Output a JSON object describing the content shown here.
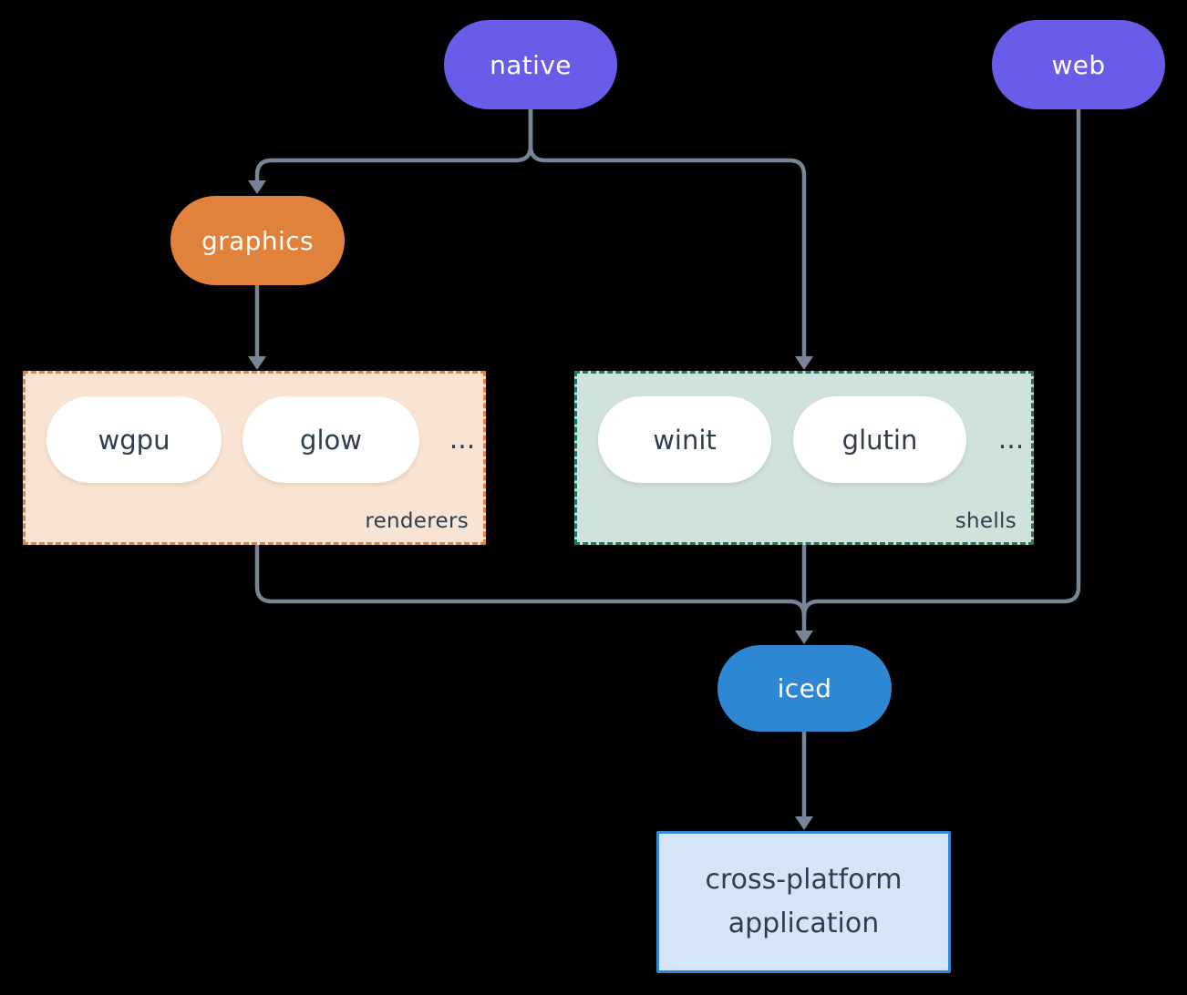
{
  "nodes": {
    "native": "native",
    "web": "web",
    "graphics": "graphics",
    "iced": "iced",
    "app": "cross-platform application"
  },
  "renderers": {
    "label": "renderers",
    "items": [
      "wgpu",
      "glow"
    ],
    "more": "..."
  },
  "shells": {
    "label": "shells",
    "items": [
      "winit",
      "glutin"
    ],
    "more": "..."
  },
  "colors": {
    "background": "#000000",
    "purple": "#695ce9",
    "orange": "#e0823c",
    "blue": "#2d87d3",
    "renderers_fill": "#f9e3d2",
    "renderers_border": "#e0823c",
    "shells_fill": "#d0e2dc",
    "shells_border": "#1e7869",
    "app_fill": "#d5e5f7",
    "app_border": "#3187d6",
    "dark_text": "#2d3e50",
    "pill_text": "#ffffff",
    "line": "#788596"
  }
}
